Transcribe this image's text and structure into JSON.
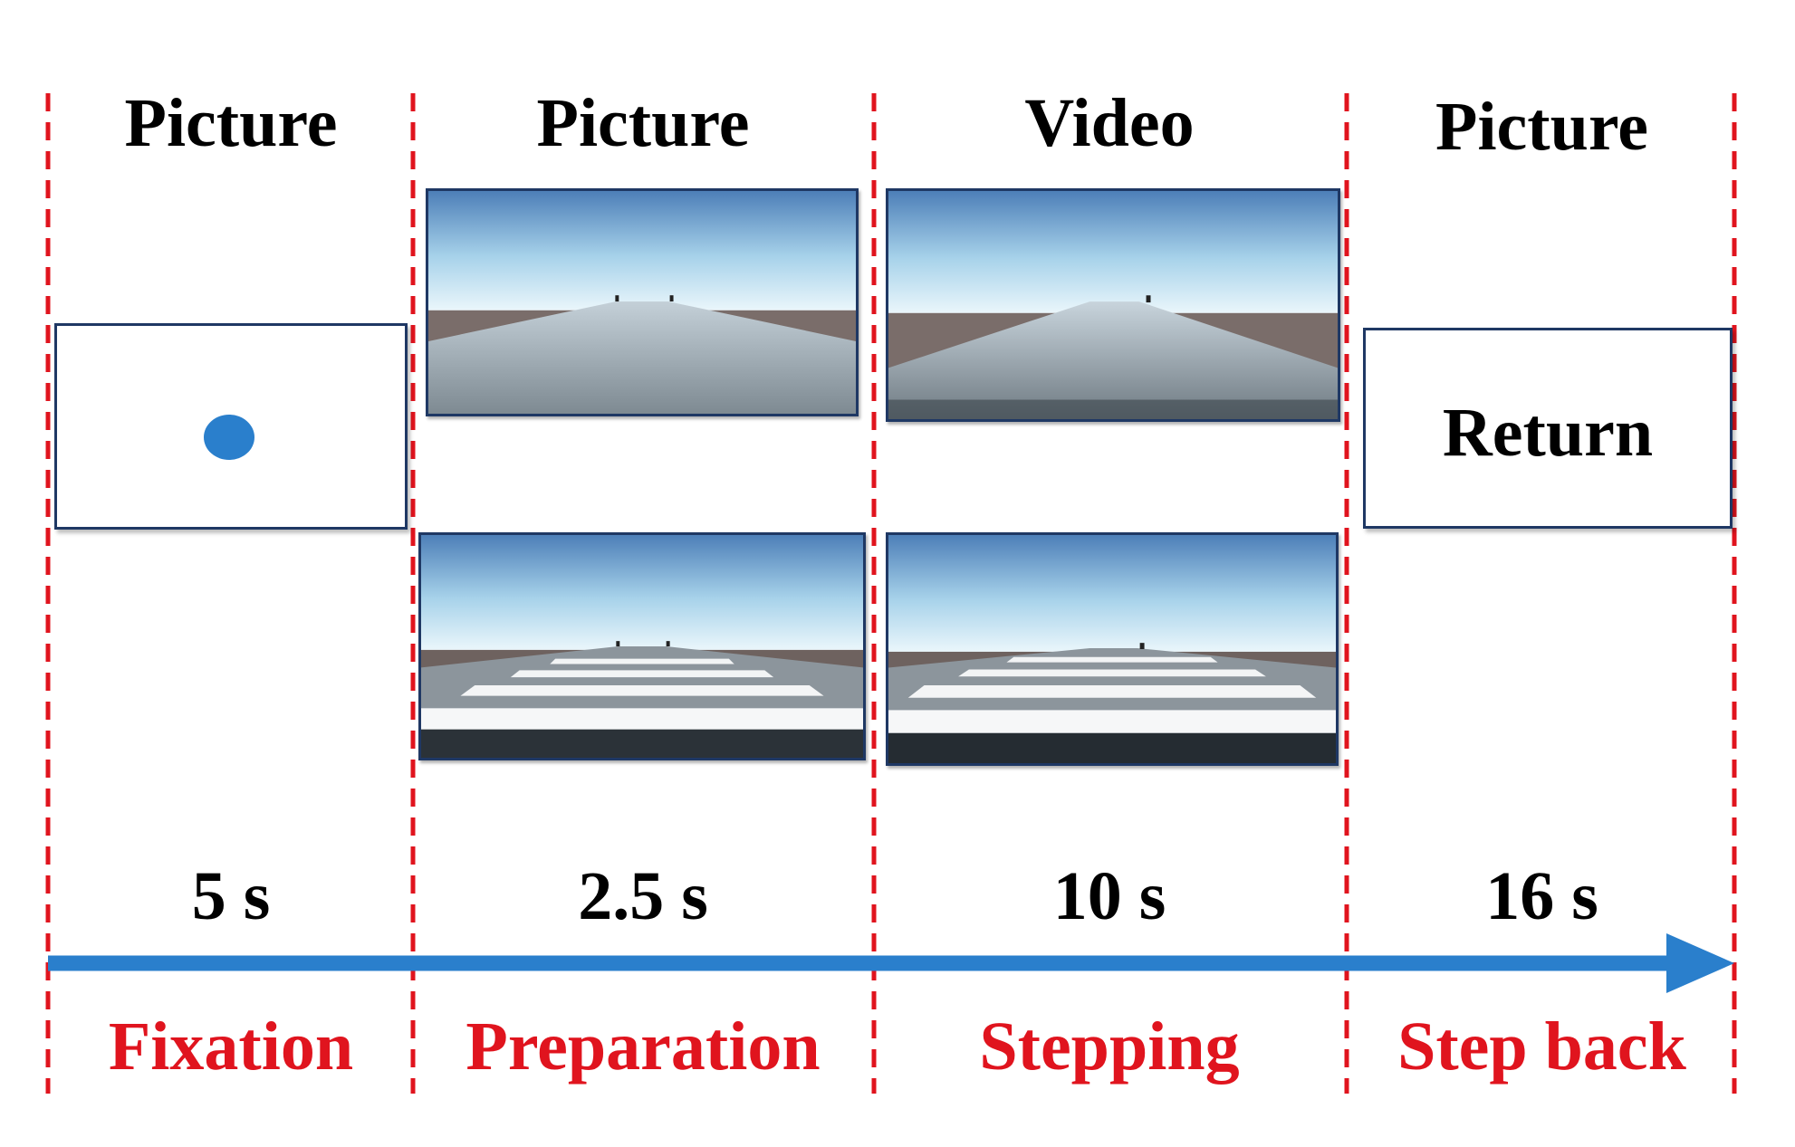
{
  "columns": [
    {
      "stimulus": "Picture",
      "duration": "5 s",
      "phase": "Fixation"
    },
    {
      "stimulus": "Picture",
      "duration": "2.5 s",
      "phase": "Preparation"
    },
    {
      "stimulus": "Video",
      "duration": "10 s",
      "phase": "Stepping"
    },
    {
      "stimulus": "Picture",
      "duration": "16 s",
      "phase": "Step back"
    }
  ],
  "return_box": {
    "label": "Return"
  },
  "colors": {
    "divider": "#e0141e",
    "phase_text": "#e0141e",
    "timeline": "#2a7fcc",
    "fixation_dot": "#2a7fcc",
    "box_border": "#1f3864"
  },
  "icons": [
    "fixation-dot-icon",
    "timeline-arrow-icon"
  ]
}
